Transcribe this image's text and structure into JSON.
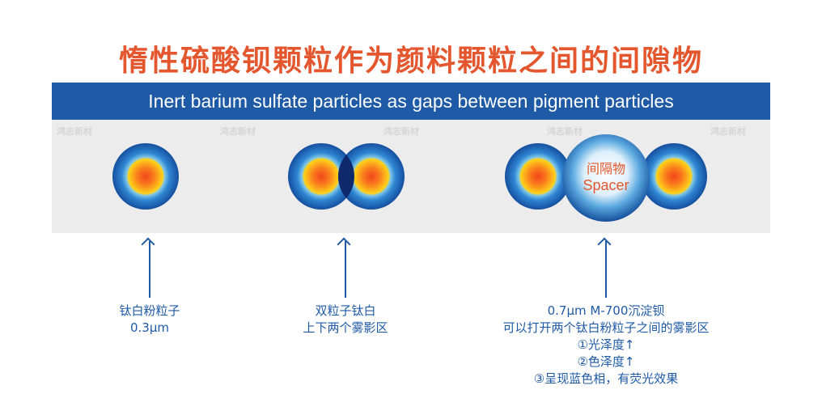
{
  "title": "惰性硫酸钡颗粒作为颜料颗粒之间的间隙物",
  "banner": "Inert barium sulfate particles as gaps between pigment particles",
  "watermark": "鸿志新材",
  "spacer": {
    "label_cn": "间隔物",
    "label_en": "Spacer"
  },
  "captions": {
    "single": [
      "钛白粉粒子",
      "0.3μm"
    ],
    "double": [
      "双粒子钛白",
      "上下两个雾影区"
    ],
    "spacer": [
      "0.7μm M-700沉淀钡",
      "可以打开两个钛白粉粒子之间的雾影区",
      "①光泽度↑",
      "②色泽度↑",
      "③呈现蓝色相，有荧光效果"
    ]
  },
  "colors": {
    "title": "#e4572e",
    "banner": "#1f5aa6",
    "panel": "#ececec",
    "caption": "#1f5aa6",
    "particle_core": "#f25a1f",
    "particle_mid": "#ffd21a",
    "particle_outer": "#1a5fb4",
    "spacer_text": "#e4572e"
  }
}
